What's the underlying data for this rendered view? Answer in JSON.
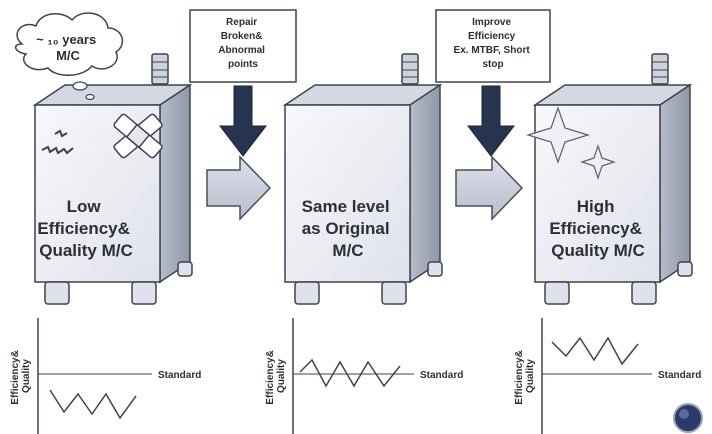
{
  "thought_bubble": {
    "line1": "~ ₁₀ years",
    "line2": "M/C"
  },
  "actions": [
    {
      "lines": [
        "Repair",
        "Broken&",
        "Abnormal",
        "points"
      ]
    },
    {
      "lines": [
        "Improve",
        "Efficiency",
        "Ex. MTBF, Short",
        "stop"
      ]
    }
  ],
  "machines": [
    {
      "lines": [
        "Low",
        "Efficiency&",
        "Quality M/C"
      ]
    },
    {
      "lines": [
        "Same level",
        "as Original",
        "M/C"
      ]
    },
    {
      "lines": [
        "High",
        "Efficiency&",
        "Quality M/C"
      ]
    }
  ],
  "graphs": [
    {
      "ylabel": [
        "Efficiency&",
        "Quality"
      ],
      "standard_label": "Standard",
      "level": "below"
    },
    {
      "ylabel": [
        "Efficiency&",
        "Quality"
      ],
      "standard_label": "Standard",
      "level": "at"
    },
    {
      "ylabel": [
        "Efficiency&",
        "Quality"
      ],
      "standard_label": "Standard",
      "level": "above"
    }
  ],
  "colors": {
    "machine_front": "#eceef4",
    "machine_side": "#a9aebd",
    "machine_top": "#d4d8e2",
    "outline": "#3f4350",
    "arrow_dark": "#27344f",
    "arrow_light": "#c9cedb",
    "text": "#2b2f38"
  }
}
